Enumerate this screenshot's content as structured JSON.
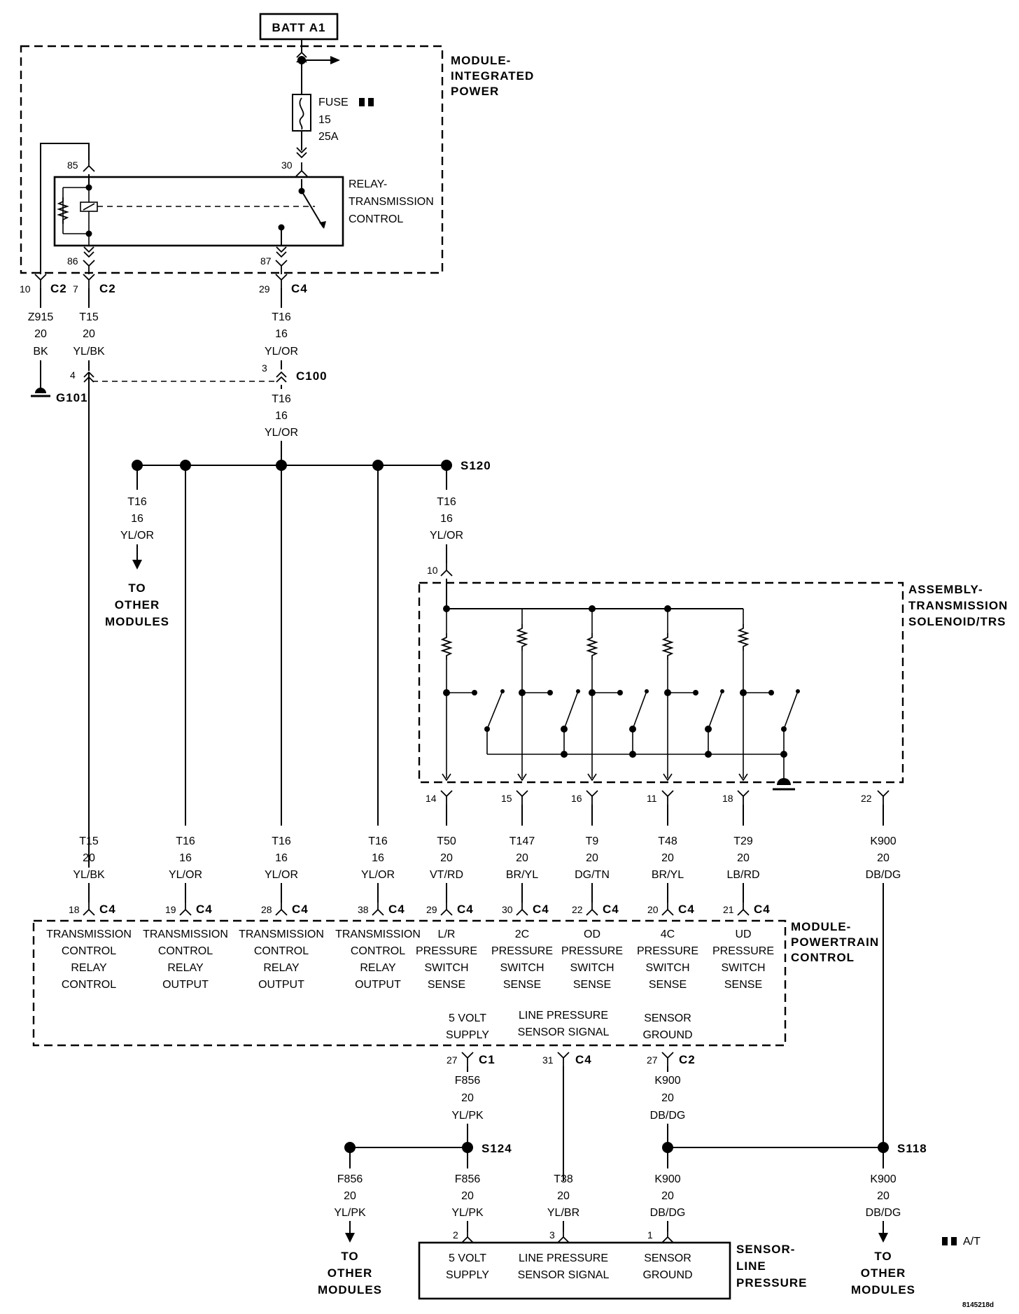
{
  "batt": "BATT A1",
  "modules": {
    "mip": [
      "MODULE-",
      "INTEGRATED",
      "POWER"
    ],
    "tcr": [
      "RELAY-",
      "TRANSMISSION",
      "CONTROL"
    ],
    "trs": [
      "ASSEMBLY-",
      "TRANSMISSION",
      "SOLENOID/TRS"
    ],
    "pcm": [
      "MODULE-",
      "POWERTRAIN",
      "CONTROL"
    ],
    "slp": [
      "SENSOR-",
      "LINE",
      "PRESSURE"
    ]
  },
  "fuse": [
    "FUSE",
    "15",
    "25A"
  ],
  "at_note": "A/T",
  "diagram_id": "8145218d",
  "relay_pins": {
    "p85": "85",
    "p30": "30",
    "p86": "86",
    "p87": "87"
  },
  "connectors": {
    "c1": "C1",
    "c2": "C2",
    "c4": "C4",
    "c100": "C100"
  },
  "splices": {
    "s120": "S120",
    "s124": "S124",
    "s118": "S118"
  },
  "ground": "G101",
  "top_pins": {
    "p10": "10",
    "p7": "7",
    "p29": "29",
    "p4": "4",
    "p3": "3"
  },
  "wires": {
    "z915": [
      "Z915",
      "20",
      "BK"
    ],
    "t15": [
      "T15",
      "20",
      "YL/BK"
    ],
    "t16_16": [
      "T16",
      "16",
      "YL/OR"
    ],
    "t50": [
      "T50",
      "20",
      "VT/RD"
    ],
    "t147": [
      "T147",
      "20",
      "BR/YL"
    ],
    "t9": [
      "T9",
      "20",
      "DG/TN"
    ],
    "t48": [
      "T48",
      "20",
      "BR/YL"
    ],
    "t29": [
      "T29",
      "20",
      "LB/RD"
    ],
    "k900": [
      "K900",
      "20",
      "DB/DG"
    ],
    "f856": [
      "F856",
      "20",
      "YL/PK"
    ],
    "t38": [
      "T38",
      "20",
      "YL/BR"
    ]
  },
  "to_other": [
    "TO",
    "OTHER",
    "MODULES"
  ],
  "trs_pins": {
    "p10": "10",
    "p14": "14",
    "p15": "15",
    "p16": "16",
    "p11": "11",
    "p18": "18",
    "p22": "22"
  },
  "pcm_pins": {
    "p18": "18",
    "p19": "19",
    "p28": "28",
    "p38": "38",
    "p29": "29",
    "p30": "30",
    "p22": "22",
    "p20": "20",
    "p21": "21",
    "p27": "27",
    "p31": "31"
  },
  "pcm_labels": {
    "trc": [
      "TRANSMISSION",
      "CONTROL",
      "RELAY",
      "CONTROL"
    ],
    "tro": [
      "TRANSMISSION",
      "CONTROL",
      "RELAY",
      "OUTPUT"
    ],
    "lr": [
      "L/R",
      "PRESSURE",
      "SWITCH",
      "SENSE"
    ],
    "c2c": [
      "2C",
      "PRESSURE",
      "SWITCH",
      "SENSE"
    ],
    "od": [
      "OD",
      "PRESSURE",
      "SWITCH",
      "SENSE"
    ],
    "c4c": [
      "4C",
      "PRESSURE",
      "SWITCH",
      "SENSE"
    ],
    "ud": [
      "UD",
      "PRESSURE",
      "SWITCH",
      "SENSE"
    ],
    "supply": [
      "5 VOLT",
      "SUPPLY"
    ],
    "signal": [
      "LINE PRESSURE",
      "SENSOR SIGNAL"
    ],
    "sground": [
      "SENSOR",
      "GROUND"
    ]
  },
  "sensor_pins": {
    "p2": "2",
    "p3": "3",
    "p1": "1"
  }
}
